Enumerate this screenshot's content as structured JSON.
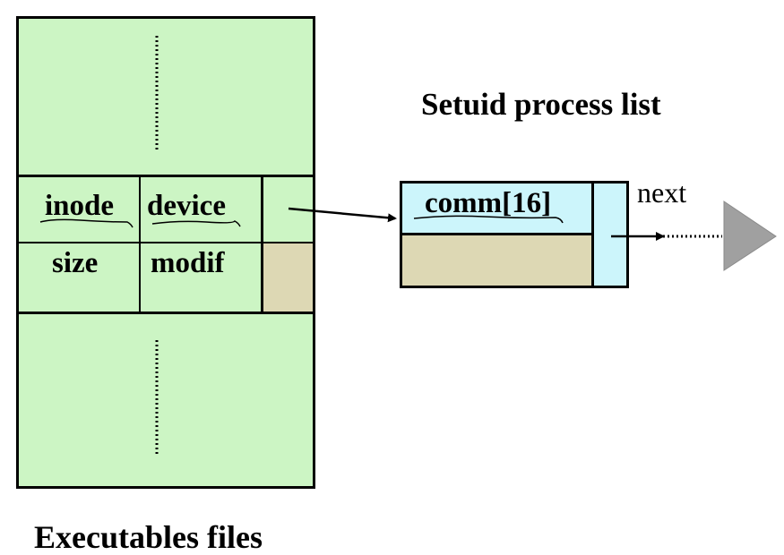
{
  "executables": {
    "title": "Executables files",
    "fields": {
      "inode": "inode",
      "device": "device",
      "size": "size",
      "modif": "modif"
    }
  },
  "process_list": {
    "title": "Setuid process list",
    "field": "comm[16]",
    "next_label": "next"
  },
  "colors": {
    "green": "#ccf5c4",
    "tan": "#ddd8b4",
    "cyan": "#ccf5fb",
    "gray": "#a0a0a0",
    "line": "#000000"
  }
}
